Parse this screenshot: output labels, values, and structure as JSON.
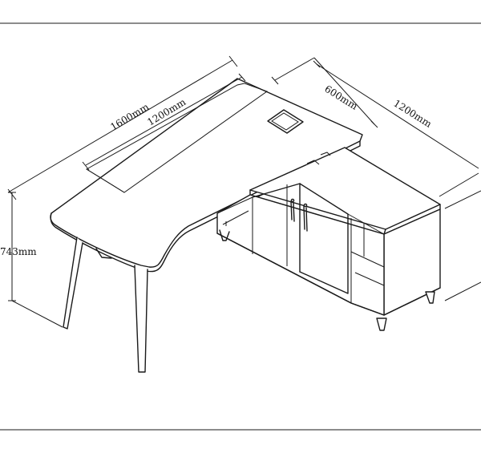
{
  "dimensions": {
    "desk_length": "1600mm",
    "top_inset_length": "1200mm",
    "return_width": "600mm",
    "return_length": "1200mm",
    "height": "743mm"
  },
  "colors": {
    "line": "#1a1a1a",
    "background": "#ffffff"
  }
}
